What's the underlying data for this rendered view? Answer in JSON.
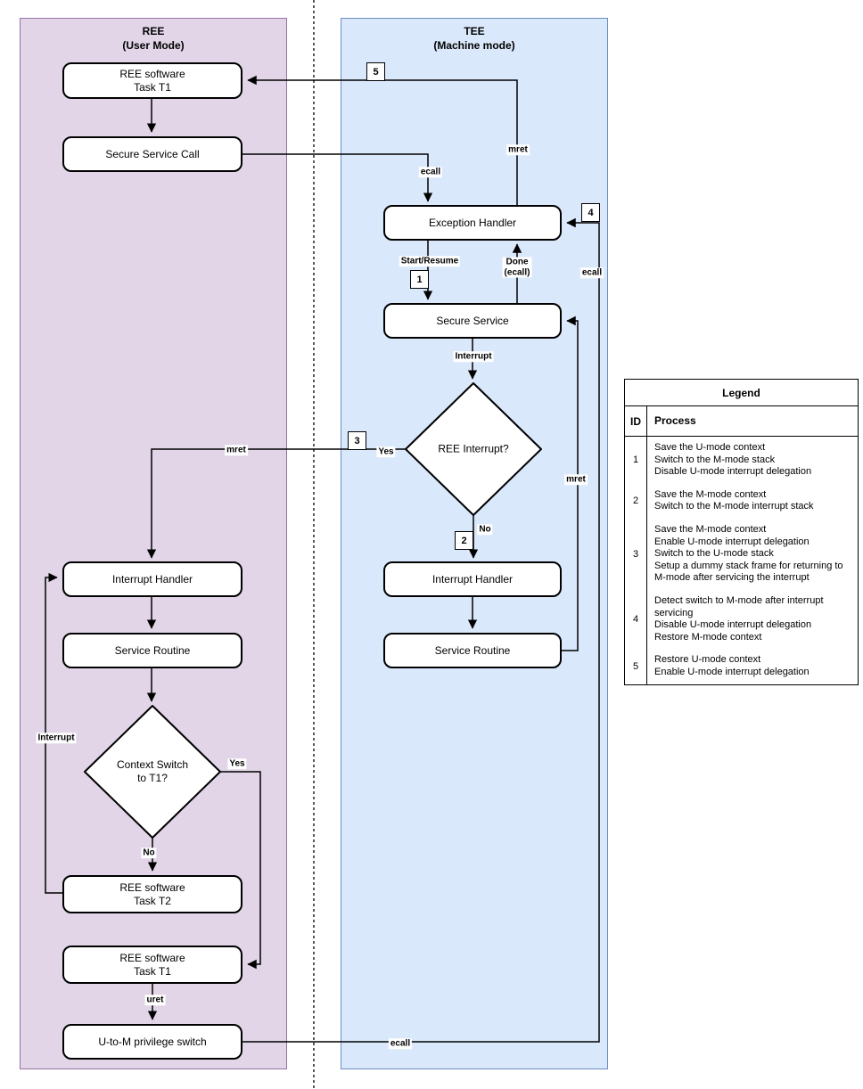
{
  "diagram": {
    "colors": {
      "ree_fill": "#e1d5e7",
      "ree_border": "#9673a6",
      "tee_fill": "#dae8fc",
      "tee_border": "#6c8ebf",
      "node_fill": "#ffffff",
      "line": "#000000"
    },
    "ree": {
      "title": "REE\n(User Mode)",
      "nodes": {
        "task_t1_top": "REE software\nTask T1",
        "secure_service_call": "Secure Service Call",
        "interrupt_handler": "Interrupt Handler",
        "service_routine": "Service Routine",
        "context_switch_decision": "Context Switch\nto T1?",
        "task_t2": "REE software\nTask T2",
        "task_t1_bottom": "REE software\nTask T1",
        "u_to_m_switch": "U-to-M privilege switch"
      },
      "labels": {
        "interrupt_loop": "Interrupt",
        "yes": "Yes",
        "no": "No",
        "uret": "uret",
        "mret_on_yes_line": "mret"
      }
    },
    "tee": {
      "title": "TEE\n(Machine mode)",
      "nodes": {
        "exception_handler": "Exception Handler",
        "secure_service": "Secure Service",
        "ree_interrupt_decision": "REE Interrupt?",
        "interrupt_handler": "Interrupt Handler",
        "service_routine": "Service Routine"
      },
      "labels": {
        "ecall_call": "ecall",
        "mret_top": "mret",
        "start_resume": "Start/Resume",
        "done_ecall": "Done\n(ecall)",
        "interrupt": "Interrupt",
        "yes": "Yes",
        "no": "No",
        "mret_return": "mret",
        "ecall_right": "ecall",
        "ecall_bottom": "ecall"
      }
    },
    "badges": {
      "n1": "1",
      "n2": "2",
      "n3": "3",
      "n4": "4",
      "n5": "5"
    }
  },
  "legend": {
    "title": "Legend",
    "col_id": "ID",
    "col_process": "Process",
    "rows": [
      {
        "id": "1",
        "process": "Save the U-mode context\nSwitch to the M-mode stack\nDisable U-mode interrupt delegation"
      },
      {
        "id": "2",
        "process": "Save the M-mode context\nSwitch to the M-mode interrupt stack"
      },
      {
        "id": "3",
        "process": "Save the M-mode context\nEnable U-mode interrupt delegation\nSwitch to the U-mode stack\nSetup a dummy stack frame for returning to\nM-mode after servicing the interrupt"
      },
      {
        "id": "4",
        "process": "Detect switch to M-mode after interrupt\nservicing\nDisable U-mode interrupt delegation\nRestore M-mode context"
      },
      {
        "id": "5",
        "process": "Restore U-mode context\nEnable U-mode interrupt delegation"
      }
    ]
  }
}
